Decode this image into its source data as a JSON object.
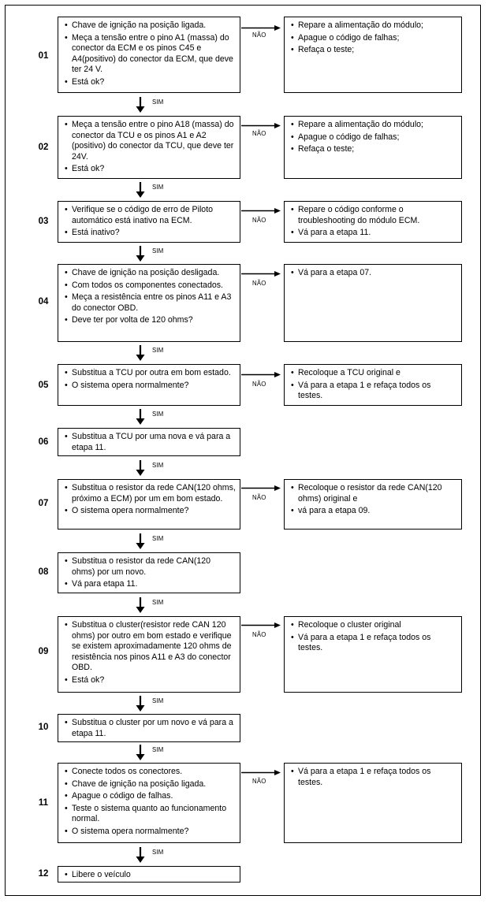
{
  "labels": {
    "no": "NÃO",
    "yes": "SIM"
  },
  "steps": [
    {
      "num": "01",
      "left": [
        "Chave de ignição na posição ligada.",
        "Meça a tensão entre o pino A1 (massa) do conector da ECM e os pinos C45 e A4(positivo) do conector da ECM, que deve ter 24 V.",
        "Está ok?"
      ],
      "right": [
        "Repare a alimentação do módulo;",
        "Apague o código de falhas;",
        "Refaça o teste;"
      ]
    },
    {
      "num": "02",
      "left": [
        "Meça a tensão entre o pino A18 (massa) do conector da TCU e os pinos A1 e A2 (positivo) do conector da TCU, que deve ter 24V.",
        "Está ok?"
      ],
      "right": [
        "Repare a alimentação do módulo;",
        "Apague o código de falhas;",
        "Refaça o teste;"
      ]
    },
    {
      "num": "03",
      "left": [
        "Verifique se o código de erro de Piloto automático está inativo na ECM.",
        "Está inativo?"
      ],
      "right": [
        "Repare o código conforme o troubleshooting do módulo ECM.",
        "Vá para a etapa 11."
      ]
    },
    {
      "num": "04",
      "left": [
        "Chave de ignição na posição desligada.",
        "Com todos os componentes conectados.",
        "Meça a resistência entre os pinos A11 e A3 do conector OBD.",
        "Deve ter por volta de 120 ohms?"
      ],
      "right": [
        "Vá para a etapa 07."
      ]
    },
    {
      "num": "05",
      "left": [
        "Substitua a TCU por outra em bom estado.",
        "O sistema opera normalmente?"
      ],
      "right": [
        "Recoloque a TCU original e",
        "Vá para a etapa 1 e refaça todos os testes."
      ]
    },
    {
      "num": "06",
      "left": [
        "Substitua a TCU por uma nova e vá para a etapa 11."
      ],
      "right": []
    },
    {
      "num": "07",
      "left": [
        "Substitua o resistor da rede CAN(120 ohms, próximo a ECM) por um em bom estado.",
        "O sistema opera normalmente?"
      ],
      "right": [
        "Recoloque o resistor da rede CAN(120 ohms) original e",
        " vá para a etapa 09."
      ]
    },
    {
      "num": "08",
      "left": [
        "Substitua o resistor da rede CAN(120 ohms) por um novo.",
        "Vá para etapa 11."
      ],
      "right": []
    },
    {
      "num": "09",
      "left": [
        "Substitua o cluster(resistor rede CAN 120 ohms) por outro em bom estado e verifique se existem aproximadamente 120 ohms de resistência nos pinos A11 e A3 do conector OBD.",
        "Está ok?"
      ],
      "right": [
        "Recoloque o cluster original",
        "Vá para a etapa 1 e refaça todos os testes."
      ]
    },
    {
      "num": "10",
      "left": [
        "Substitua o cluster por um novo e vá para a etapa 11."
      ],
      "right": []
    },
    {
      "num": "11",
      "left": [
        "Conecte todos os conectores.",
        "Chave de ignição na posição ligada.",
        "Apague o código de falhas.",
        "Teste o sistema quanto ao funcionamento normal.",
        "O sistema opera normalmente?"
      ],
      "right": [
        "Vá para a etapa 1 e refaça todos os testes."
      ]
    },
    {
      "num": "12",
      "left": [
        "Libere o veículo"
      ],
      "right": []
    }
  ]
}
